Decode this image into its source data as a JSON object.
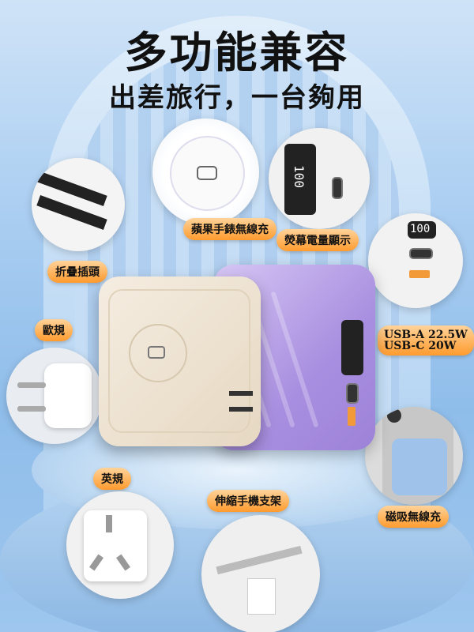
{
  "headline": {
    "title": "多功能兼容",
    "subtitle": "出差旅行，一台夠用"
  },
  "features": {
    "watch_wireless": "蘋果手錶無線充",
    "screen_display": "熒幕電量顯示",
    "folding_plug": "折疊插頭",
    "eu_plug": "歐規",
    "usb_spec_line1": "USB-A 22.5W",
    "usb_spec_line2": "USB-C 20W",
    "uk_plug": "英規",
    "phone_stand": "伸縮手機支架",
    "magnetic_wireless": "磁吸無線充"
  },
  "device": {
    "screen_reading": "100",
    "screen_reading_small": "100"
  },
  "colors": {
    "badge_gradient_top": "#ffd39a",
    "badge_gradient_bottom": "#ff9b2e",
    "device_beige": "#efe4d2",
    "device_purple": "#b59ce6",
    "background": "#a9cdf1"
  }
}
